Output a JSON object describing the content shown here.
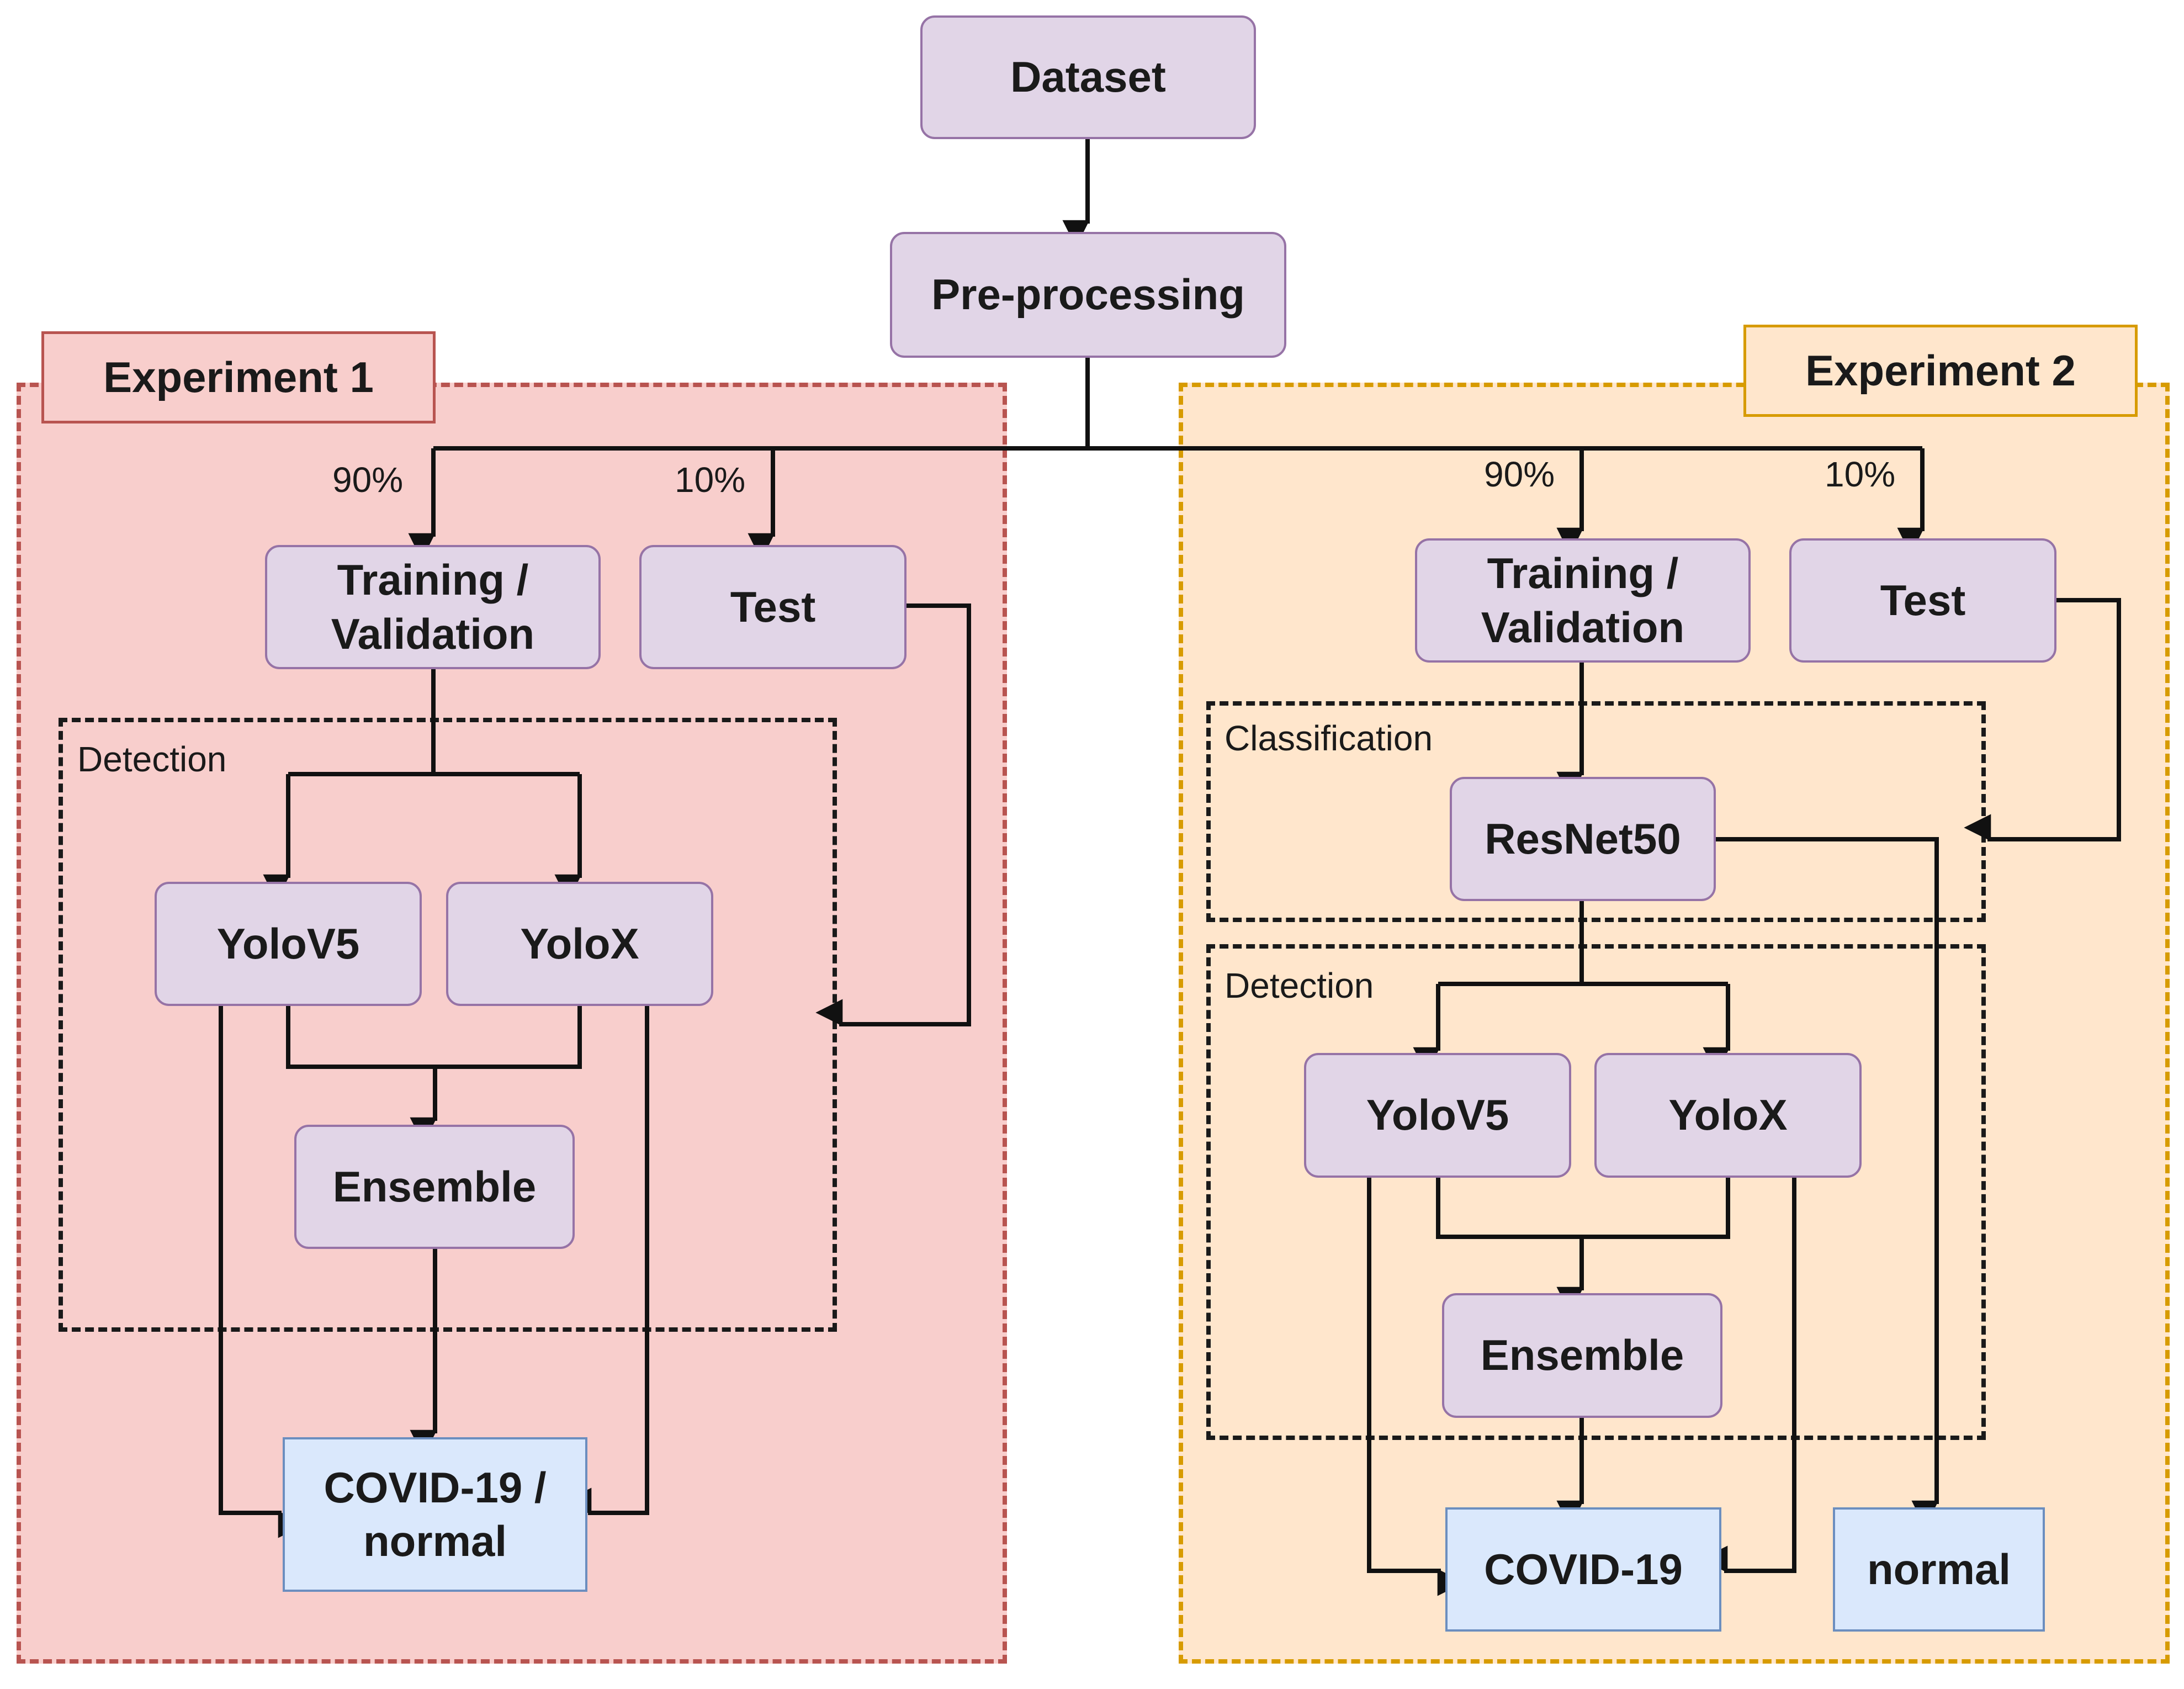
{
  "nodes": {
    "dataset": "Dataset",
    "preprocessing": "Pre-processing"
  },
  "experiment1": {
    "title": "Experiment 1",
    "split_train": "90%",
    "split_test": "10%",
    "training": "Training /\nValidation",
    "test": "Test",
    "detection_label": "Detection",
    "yolov5": "YoloV5",
    "yolox": "YoloX",
    "ensemble": "Ensemble",
    "output": "COVID-19 /\nnormal"
  },
  "experiment2": {
    "title": "Experiment 2",
    "split_train": "90%",
    "split_test": "10%",
    "training": "Training /\nValidation",
    "test": "Test",
    "classification_label": "Classification",
    "resnet": "ResNet50",
    "detection_label": "Detection",
    "yolov5": "YoloV5",
    "yolox": "YoloX",
    "ensemble": "Ensemble",
    "output_covid": "COVID-19",
    "output_normal": "normal"
  },
  "colors": {
    "exp1_fill": "#f8cecc",
    "exp1_border": "#b85450",
    "exp2_fill": "#ffe6cc",
    "exp2_border": "#d79b00",
    "process_fill": "#e1d5e7",
    "process_border": "#9673a6",
    "output_fill": "#dae8fc",
    "output_border": "#6c8ebf"
  }
}
